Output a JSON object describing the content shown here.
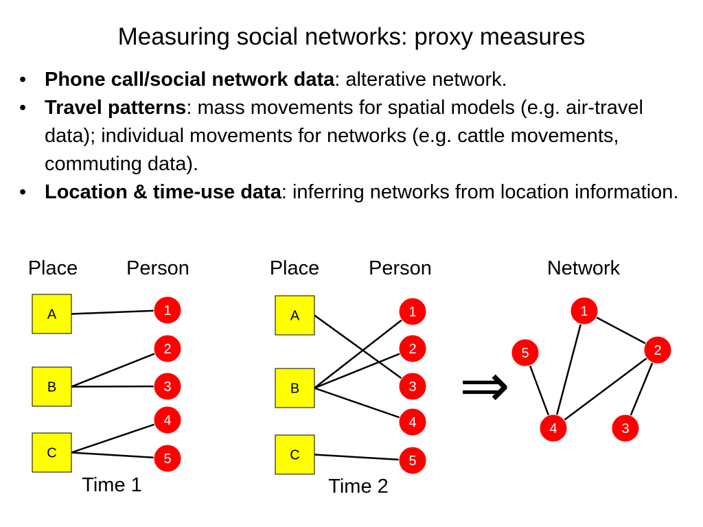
{
  "slide": {
    "title": "Measuring social networks: proxy measures",
    "bullets": [
      {
        "bold": "Phone call/social network data",
        "rest": ": alterative network."
      },
      {
        "bold": "Travel patterns",
        "rest": ": mass movements for spatial models (e.g. air-travel data); individual movements for networks (e.g. cattle movements, commuting data)."
      },
      {
        "bold": "Location & time-use data",
        "rest": ": inferring networks from location information."
      }
    ],
    "bullet_glyph": "•"
  },
  "diagram": {
    "colors": {
      "place_fill": "#ffff00",
      "person_fill": "#ff0000",
      "person_text": "#ffffff",
      "line": "#000000"
    },
    "time1": {
      "place_header": "Place",
      "person_header": "Person",
      "caption": "Time 1",
      "places": [
        "A",
        "B",
        "C"
      ],
      "persons": [
        "1",
        "2",
        "3",
        "4",
        "5"
      ],
      "links": [
        [
          "A",
          "1"
        ],
        [
          "B",
          "2"
        ],
        [
          "B",
          "3"
        ],
        [
          "C",
          "4"
        ],
        [
          "C",
          "5"
        ]
      ]
    },
    "time2": {
      "place_header": "Place",
      "person_header": "Person",
      "caption": "Time 2",
      "places": [
        "A",
        "B",
        "C"
      ],
      "persons": [
        "1",
        "2",
        "3",
        "4",
        "5"
      ],
      "links": [
        [
          "A",
          "3"
        ],
        [
          "B",
          "1"
        ],
        [
          "B",
          "2"
        ],
        [
          "B",
          "4"
        ],
        [
          "C",
          "5"
        ]
      ]
    },
    "implies_symbol": "⇒",
    "network": {
      "header": "Network",
      "nodes": [
        "1",
        "2",
        "3",
        "4",
        "5"
      ],
      "edges": [
        [
          "1",
          "2"
        ],
        [
          "1",
          "4"
        ],
        [
          "2",
          "4"
        ],
        [
          "2",
          "3"
        ],
        [
          "5",
          "4"
        ]
      ]
    }
  }
}
